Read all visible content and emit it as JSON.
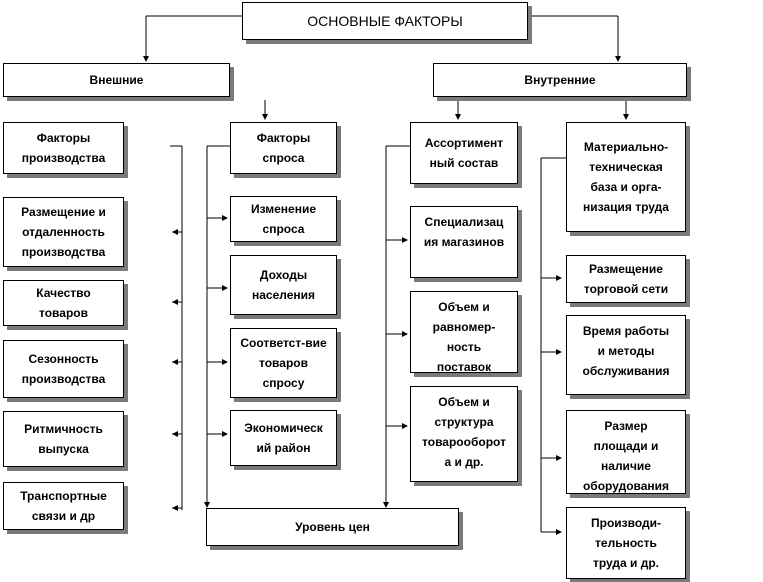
{
  "diagram": {
    "title": "ОСНОВНЫЕ ФАКТОРЫ",
    "external": {
      "label": "Внешние",
      "production_factors": {
        "header": "Факторы\nпроизводства",
        "items": [
          "Размещение и\nотдаленность\nпроизводства",
          "Качество\nтоваров",
          "Сезонность\nпроизводства",
          "Ритмичность\nвыпуска",
          "Транспортные\nсвязи  и  др"
        ]
      },
      "demand_factors": {
        "header": "Факторы\nспроса",
        "items": [
          "Изменение\nспроса",
          "Доходы\nнаселения",
          "Соответст-вие\nтоваров\nспросу",
          "Экономическ\nий  район"
        ]
      }
    },
    "internal": {
      "label": "Внутренние",
      "assortment_column": {
        "header": "Ассортимент\nный  состав",
        "items": [
          "Специализац\nия  магазинов",
          "Объем  и\nравномер-\nность\nпоставок",
          "Объем  и\nструктура\nтоварооборот\nа  и  др."
        ]
      },
      "material_column": {
        "header": "Материально-\nтехническая\nбаза и  орга-\nнизация  труда",
        "items": [
          "Размещение\nторговой сети",
          "Время  работы\nи  методы\nобслуживания",
          "Размер\nплощади  и\nналичие\nоборудования",
          "Производи-\nтельность\nтруда  и  др."
        ]
      }
    },
    "price_level": "Уровень цен"
  }
}
